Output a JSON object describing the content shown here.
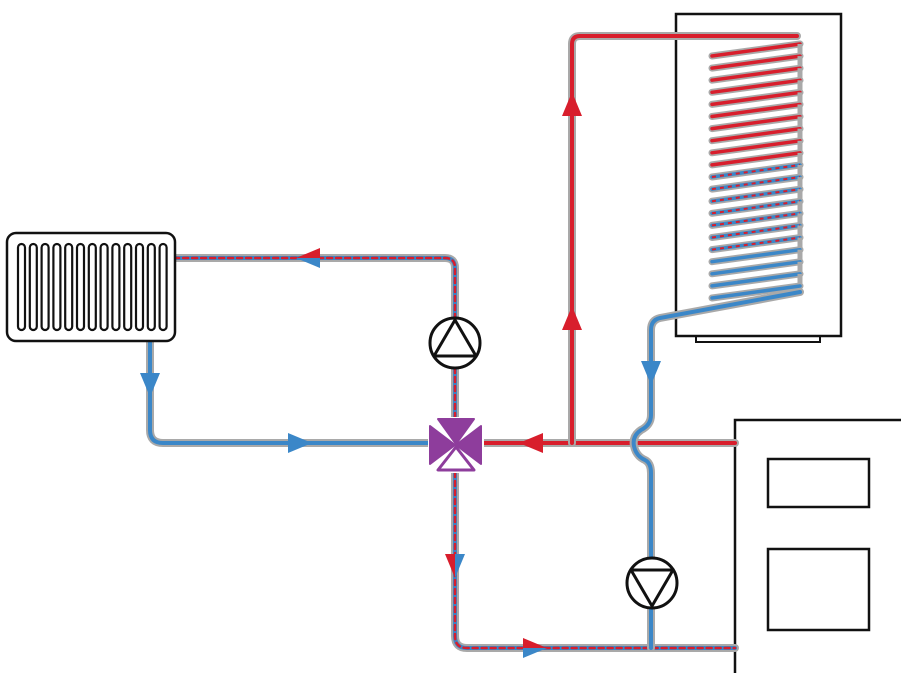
{
  "diagram": {
    "labels": [],
    "colors": {
      "hot": "#d81e2c",
      "cold": "#3b87c8",
      "casing": "#a9a9a9",
      "valve": "#8e3d9c",
      "outline": "#111111",
      "background": "#ffffff"
    },
    "components": [
      {
        "id": "radiator",
        "icon": "radiator-icon"
      },
      {
        "id": "storage-tank",
        "icon": "tank-coil-icon"
      },
      {
        "id": "boiler",
        "icon": "boiler-icon"
      },
      {
        "id": "mixing-valve",
        "icon": "three-way-valve-icon"
      },
      {
        "id": "pump-radiator",
        "icon": "pump-icon"
      },
      {
        "id": "pump-return",
        "icon": "pump-icon"
      }
    ]
  }
}
